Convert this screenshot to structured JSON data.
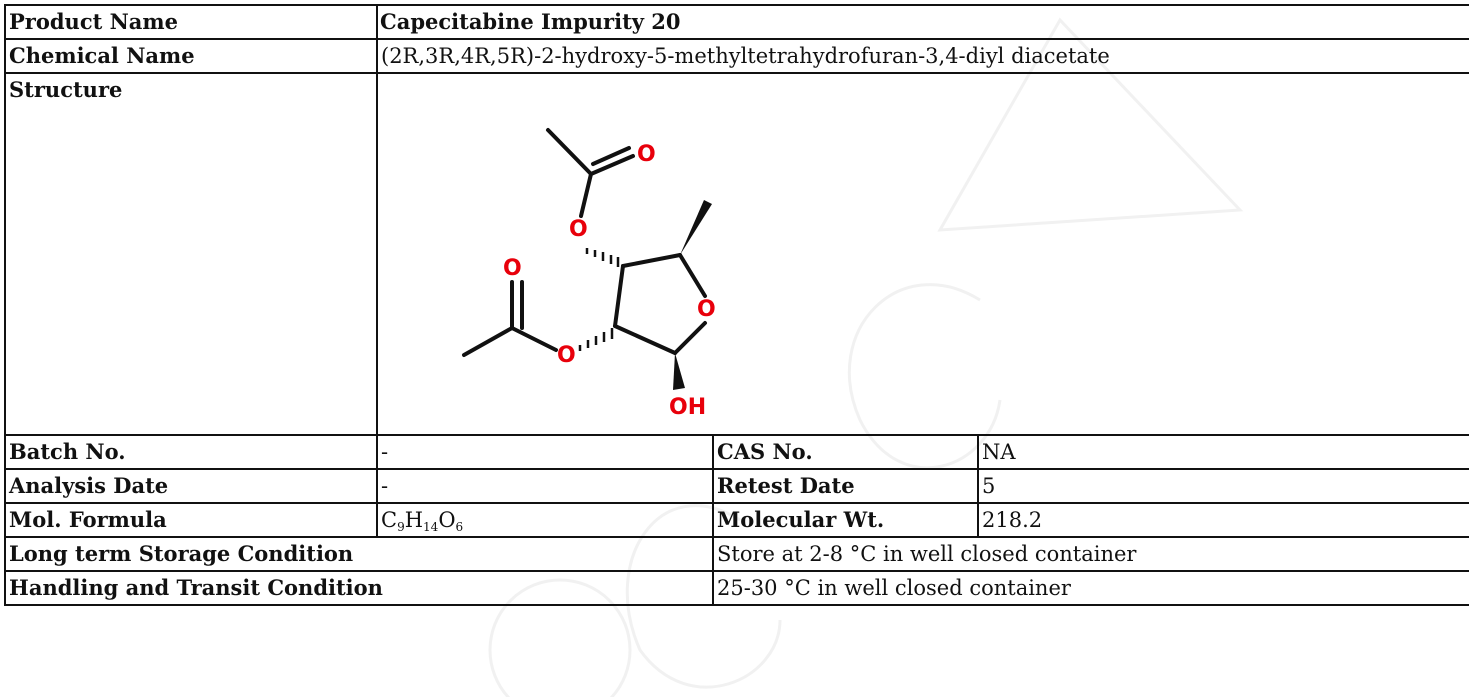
{
  "product_name": {
    "label": "Product Name",
    "value": "Capecitabine Impurity 20"
  },
  "chemical_name": {
    "label": "Chemical Name",
    "value": "(2R,3R,4R,5R)-2-hydroxy-5-methyltetrahydrofuran-3,4-diyl diacetate"
  },
  "structure": {
    "label": "Structure",
    "atoms": {
      "o1": "O",
      "o2": "O",
      "o_ring": "O",
      "o3": "O",
      "o4": "O",
      "oh": "OH"
    },
    "atom_color": "#e8000b"
  },
  "batch": {
    "label": "Batch No.",
    "value": "-"
  },
  "cas": {
    "label": "CAS No.",
    "value": "NA"
  },
  "analysis_date": {
    "label": "Analysis Date",
    "value": "-"
  },
  "retest_date": {
    "label": "Retest Date",
    "value": "5"
  },
  "formula": {
    "label": "Mol. Formula",
    "c": "C",
    "c_n": "9",
    "h": "H",
    "h_n": "14",
    "o": "O",
    "o_n": "6"
  },
  "mol_wt": {
    "label": "Molecular Wt.",
    "value": "218.2"
  },
  "storage": {
    "label": "Long term Storage Condition",
    "value": "Store at 2-8 °C in well closed container"
  },
  "transit": {
    "label": "Handling and Transit Condition",
    "value": "25-30 °C in well closed container"
  }
}
